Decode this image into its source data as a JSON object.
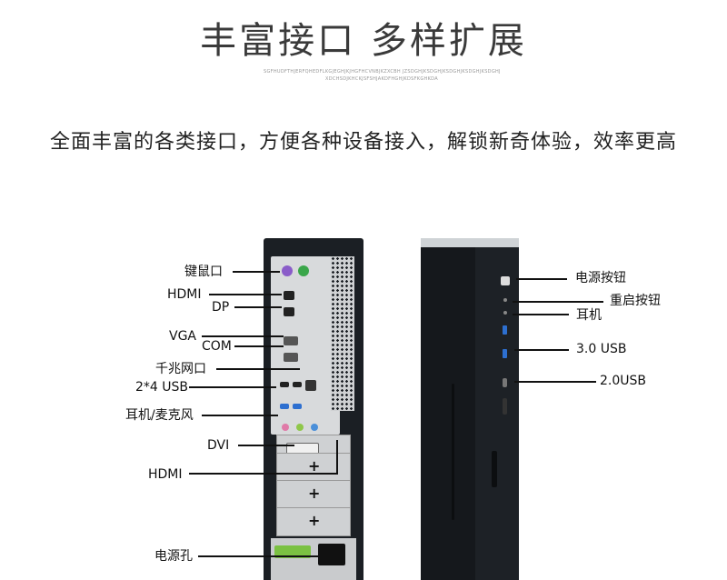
{
  "header": {
    "title": "丰富接口 多样扩展",
    "tiny_line1": "SGFHUDFTHJERFQHEDFLKGJEGHJKJHGFHCVNBJKZXCBH JZSDGHJKSDGHJKSDGHJKSDGHJKSDGHJKH",
    "tiny_line2": "XDCHSDJKHCKJSFSHJAKDFHGHJKDSFKGHKDA",
    "tagline": "全面丰富的各类接口，方便各种设备接入，解锁新奇体验，效率更高"
  },
  "rear_labels": {
    "keyboard_mouse": "键鼠口",
    "hdmi_top": "HDMI",
    "dp": "DP",
    "vga": "VGA",
    "com": "COM",
    "gigabit_lan": "千兆网口",
    "usb": "2*4 USB",
    "audio": "耳机/麦克风",
    "dvi": "DVI",
    "hdmi_bottom": "HDMI",
    "power_socket": "电源孔"
  },
  "front_labels": {
    "power_button": "电源按钮",
    "reset_button": "重启按钮",
    "headphone": "耳机",
    "usb3": "3.0 USB",
    "usb2": "2.0USB"
  },
  "colors": {
    "usb3_blue": "#2d6fd0",
    "ps2_purple": "#8a5cc9",
    "ps2_green": "#3aa64a",
    "audio_pink": "#e07aa8",
    "audio_green": "#8fc74a",
    "audio_blue": "#4a8fd9",
    "psu_label_green": "#7bc142"
  }
}
